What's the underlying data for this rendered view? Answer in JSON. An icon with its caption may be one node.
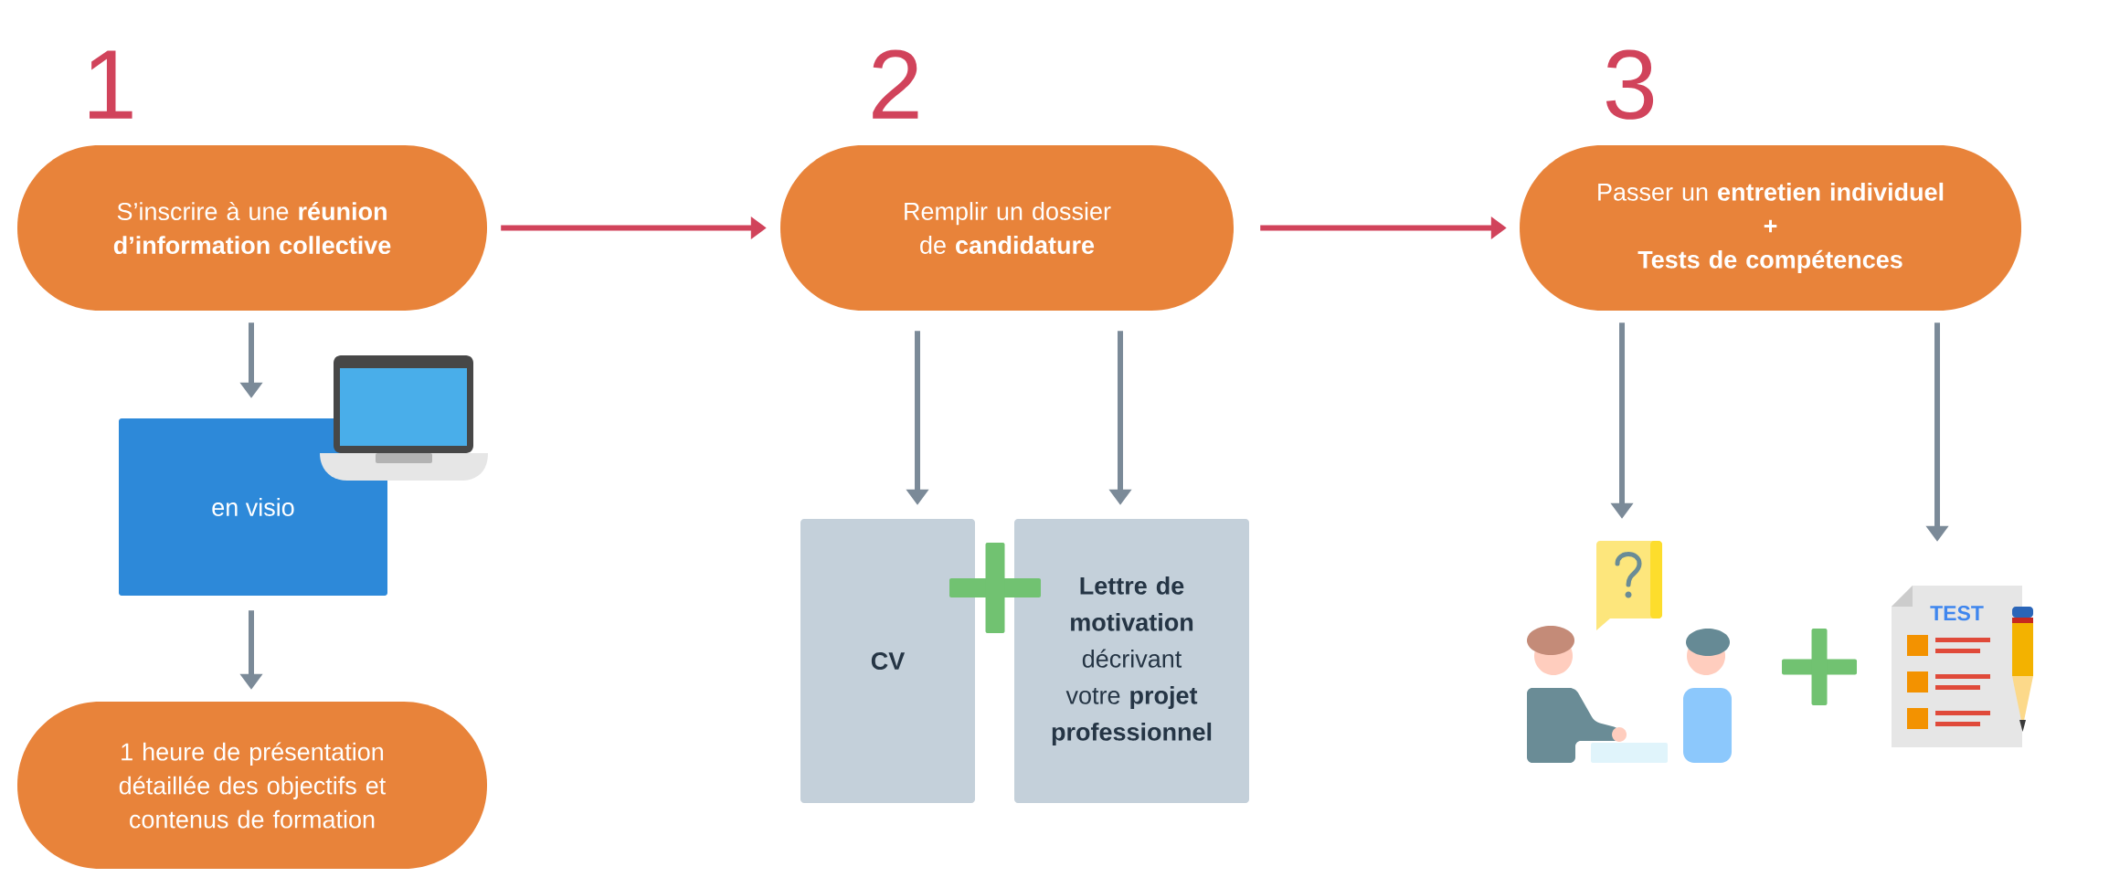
{
  "diagram": {
    "nodes": [
      {
        "text": [
          "S’inscrire à une **réunion d’information collective**"
        ],
        "beside": [
          "1"
        ]
      },
      {
        "text": [
          "en visio"
        ]
      },
      {
        "text": [
          "1 heure de présentation détaillée des objectifs et contenus de formation"
        ]
      },
      {
        "text": [
          "Remplir un dossier de **candidature**"
        ],
        "beside": [
          "2"
        ]
      },
      {
        "text": [
          "CV"
        ]
      },
      {
        "text": [
          "**Lettre de motivation** décrivant votre **projet professionnel**"
        ]
      },
      {
        "text": [
          "Passer un **entretien individuel**",
          "+",
          "Tests de compétences"
        ],
        "beside": [
          "3"
        ]
      },
      {
        "text": [],
        "shape": "picture"
      },
      {
        "text": [
          "TEST"
        ]
      }
    ],
    "edges": [
      {
        "from": 0,
        "to": 1,
        "arrow": "to"
      },
      {
        "from": 1,
        "to": 2,
        "arrow": "to"
      },
      {
        "from": 0,
        "to": 3,
        "arrow": "to",
        "color": "#d1435b"
      },
      {
        "from": 3,
        "to": 4,
        "arrow": "to"
      },
      {
        "from": 3,
        "to": 5,
        "arrow": "to"
      },
      {
        "from": 3,
        "to": 6,
        "arrow": "to",
        "color": "#d1435b"
      },
      {
        "from": 6,
        "to": 7,
        "arrow": "to"
      },
      {
        "from": 6,
        "to": 8,
        "arrow": "to"
      }
    ]
  }
}
